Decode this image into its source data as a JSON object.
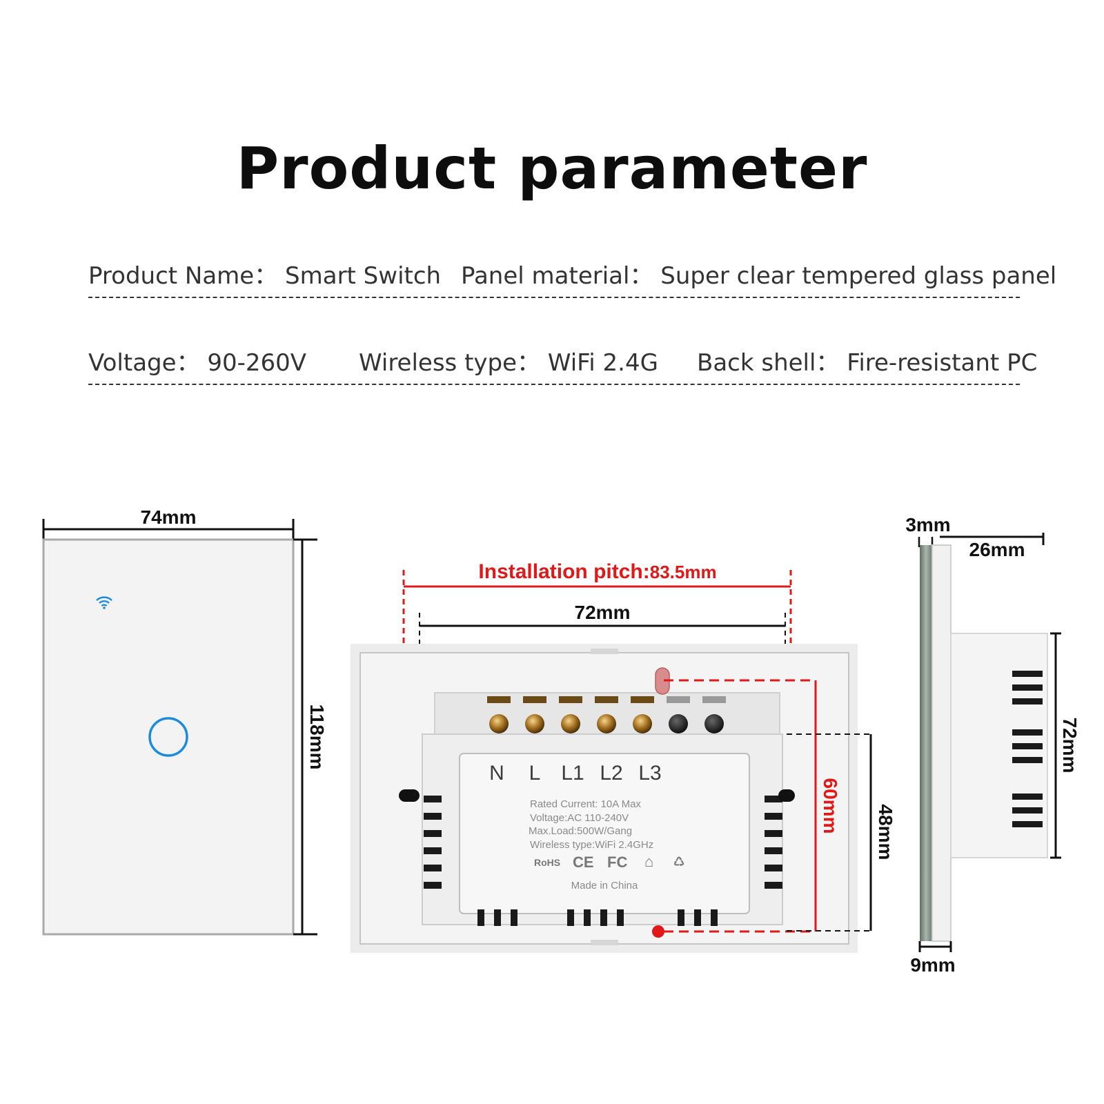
{
  "title": "Product parameter",
  "params": {
    "row1": [
      {
        "label": "Product Name：",
        "value": "Smart Switch"
      },
      {
        "label": "Panel material：",
        "value": "Super clear tempered glass panel"
      }
    ],
    "row2": [
      {
        "label": "Voltage：",
        "value": "90-260V"
      },
      {
        "label": "Wireless type：",
        "value": "WiFi 2.4G"
      },
      {
        "label": "Back shell：",
        "value": "Fire-resistant PC"
      }
    ]
  },
  "front": {
    "width": "74mm",
    "height": "118mm",
    "icons": [
      "wifi-icon",
      "touch-button-ring"
    ],
    "accent": "#1a8be0"
  },
  "back": {
    "pitch_label": "Installation pitch:",
    "pitch_value": "83.5mm",
    "width_inner": "72mm",
    "height_red": "60mm",
    "height_box": "48mm",
    "terminals": [
      "N",
      "L",
      "L1",
      "L2",
      "L3"
    ],
    "label_lines": [
      "Rated Current: 10A Max",
      "Voltage:AC 110-240V",
      "Max.Load:500W/Gang",
      "Wireless type:WiFi 2.4GHz"
    ],
    "marks": [
      "RoHS",
      "CE",
      "FC",
      "⌂",
      "♺"
    ],
    "made_in": "Made in China",
    "colors": {
      "red": "#e01818",
      "dim": "#111111"
    }
  },
  "side": {
    "glass": "3mm",
    "depth": "26mm",
    "body_height": "72mm",
    "panel": "9mm"
  }
}
